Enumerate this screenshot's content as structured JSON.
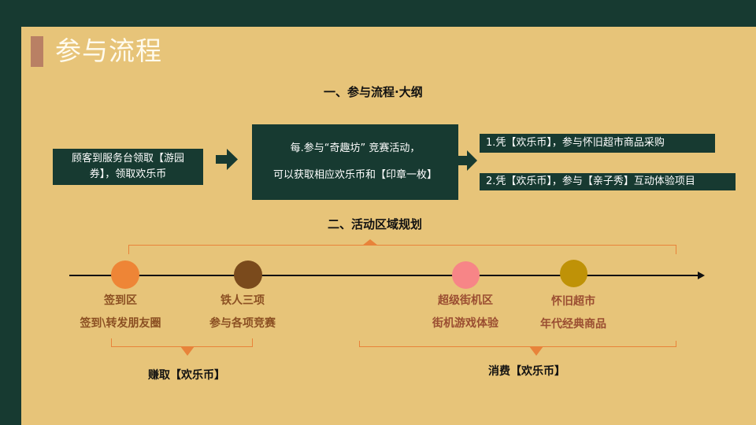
{
  "slide": {
    "title": "参与流程",
    "colors": {
      "frame": "#173a31",
      "background": "#e7c479",
      "title_accent": "#b98064",
      "box_fill": "#173a31",
      "bracket": "#e8833a"
    }
  },
  "section1": {
    "heading": "一、参与流程·大纲",
    "step1": {
      "line1": "顾客到服务台领取【游园",
      "line2": "券】，领取欢乐币"
    },
    "step2": {
      "line1": "每.参与“奇趣坊” 竞赛活动，",
      "line2": "可以获取相应欢乐币和【印章一枚】"
    },
    "outcomes": [
      "1.凭【欢乐币】，参与怀旧超市商品采购",
      "2.凭【欢乐币】，参与【亲子秀】互动体验项目"
    ],
    "arrow_icon": "right-arrow-icon"
  },
  "section2": {
    "heading": "二、活动区域规划",
    "zones": [
      {
        "name": "签到区",
        "desc": "签到\\转发朋友圈",
        "color": "#ee8536"
      },
      {
        "name": "铁人三项",
        "desc": "参与各项竞赛",
        "color": "#7a4a1c"
      },
      {
        "name": "超级街机区",
        "desc": "街机游戏体验",
        "color": "#f78587"
      },
      {
        "name": "怀旧超市",
        "desc": "年代经典商品",
        "color": "#bf9207"
      }
    ],
    "earn_label": "赚取【欢乐币】",
    "spend_label": "消费【欢乐币】"
  }
}
